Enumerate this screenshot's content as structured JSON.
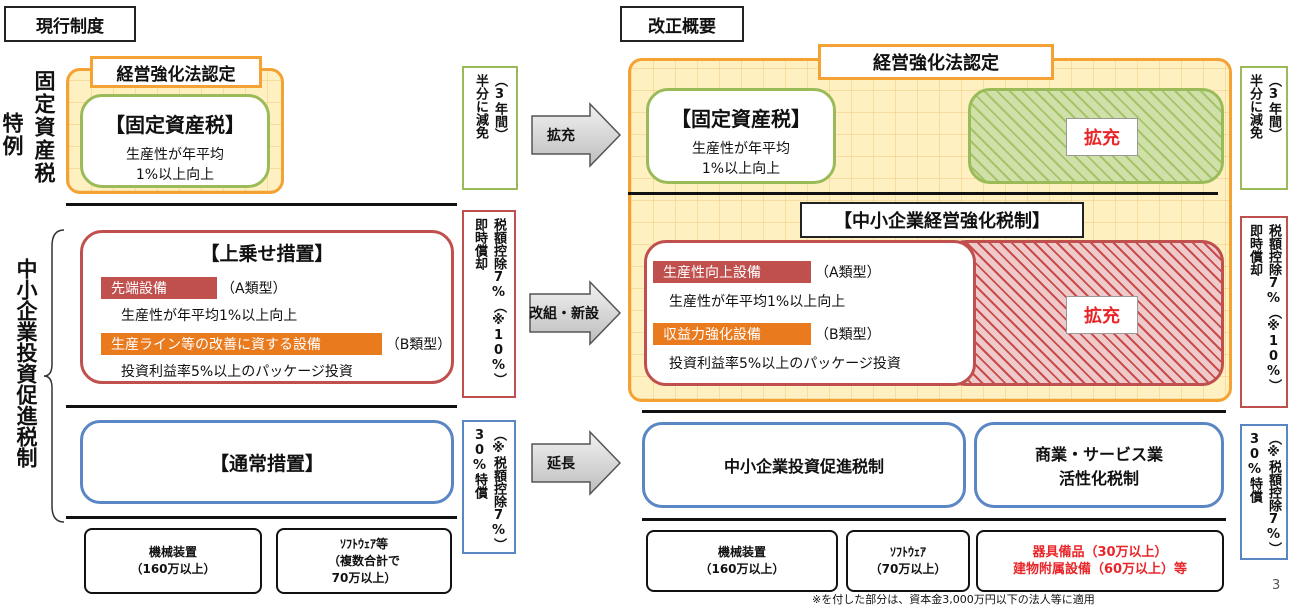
{
  "headers": {
    "current": "現行制度",
    "revised": "改正概要"
  },
  "row_labels": {
    "fixed_tax": [
      "固定資産税",
      "特例"
    ],
    "sme": "中小企業投資促進税制"
  },
  "current": {
    "cert_label": "経営強化法認定",
    "fixed_tax_box": {
      "title": "【固定資産税】",
      "line1": "生産性が年平均",
      "line2": "1%以上向上"
    },
    "fixed_tax_side": [
      "（3年間）",
      "半分に減免"
    ],
    "upper": {
      "title": "【上乗せ措置】",
      "a_label": "先端設備",
      "a_type": "（A類型）",
      "a_desc": "生産性が年平均1%以上向上",
      "b_label": "生産ライン等の改善に資する設備",
      "b_type": "（B類型）",
      "b_desc": "投資利益率5%以上のパッケージ投資"
    },
    "upper_side": [
      "税額控除7%（※10%）",
      "即時償却"
    ],
    "normal": "【通常措置】",
    "normal_side": [
      "（※税額控除7%）",
      "30%特償"
    ],
    "bottom": {
      "machine": [
        "機械装置",
        "（160万以上）"
      ],
      "software": [
        "ｿﾌﾄｳｪｱ等",
        "（複数合計で",
        "70万以上）"
      ]
    }
  },
  "arrows": {
    "expand": "拡充",
    "reorganize": "改組・新設",
    "extend": "延長"
  },
  "revised": {
    "cert_label": "経営強化法認定",
    "fixed_tax_box": {
      "title": "【固定資産税】",
      "line1": "生産性が年平均",
      "line2": "1%以上向上"
    },
    "expand_label_1": "拡充",
    "sme_label": "【中小企業経営強化税制】",
    "upper": {
      "a_label": "生産性向上設備",
      "a_type": "（A類型）",
      "a_desc": "生産性が年平均1%以上向上",
      "b_label": "収益力強化設備",
      "b_type": "（B類型）",
      "b_desc": "投資利益率5%以上のパッケージ投資"
    },
    "expand_label_2": "拡充",
    "fixed_tax_side": [
      "（3年間）",
      "半分に減免"
    ],
    "upper_side": [
      "税額控除7%（※10%）",
      "即時償却"
    ],
    "normal_left": "中小企業投資促進税制",
    "normal_right": [
      "商業・サービス業",
      "活性化税制"
    ],
    "normal_side": [
      "（※税額控除7%）",
      "30%特償"
    ],
    "bottom": {
      "machine": [
        "機械装置",
        "（160万以上）"
      ],
      "software": [
        "ｿﾌﾄｳｪｱ",
        "（70万以上）"
      ],
      "extra": [
        "器具備品（30万以上）",
        "建物附属設備（60万以上）等"
      ]
    }
  },
  "footnote": "※を付した部分は、資本金3,000万円以下の法人等に適用",
  "page_number": "3",
  "colors": {
    "orange": "#f4a233",
    "green": "#9bbb59",
    "red": "#c0504d",
    "blue": "#5b86c4",
    "accent_red": "#e8262a",
    "bar_red": "#c0504d",
    "bar_orange": "#e97a1e"
  }
}
